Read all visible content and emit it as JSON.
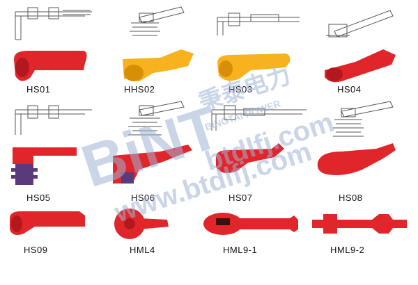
{
  "colors": {
    "red": "#e0262a",
    "dark_red": "#b3181c",
    "yellow": "#f7b21e",
    "dark_yellow": "#d98e08",
    "purple": "#5a3a7a",
    "sketch": "#555555",
    "watermark": "#9fb3d6"
  },
  "watermark": {
    "logo": "BiNT",
    "brand_cn": "秉泰电力",
    "brand_en": "BINGTAI POWER",
    "site1": "btdlfj.com",
    "site2": "www.btdlfj.com"
  },
  "products": [
    {
      "code": "HS01",
      "color": "red"
    },
    {
      "code": "HHS02",
      "color": "yellow"
    },
    {
      "code": "HS03",
      "color": "yellow"
    },
    {
      "code": "HS04",
      "color": "red"
    },
    {
      "code": "HS05",
      "color": "red"
    },
    {
      "code": "HS06",
      "color": "red"
    },
    {
      "code": "HS07",
      "color": "red"
    },
    {
      "code": "HS08",
      "color": "red"
    },
    {
      "code": "HS09",
      "color": "red"
    },
    {
      "code": "HML4",
      "color": "red"
    },
    {
      "code": "HML9-1",
      "color": "red"
    },
    {
      "code": "HML9-2",
      "color": "red"
    }
  ]
}
